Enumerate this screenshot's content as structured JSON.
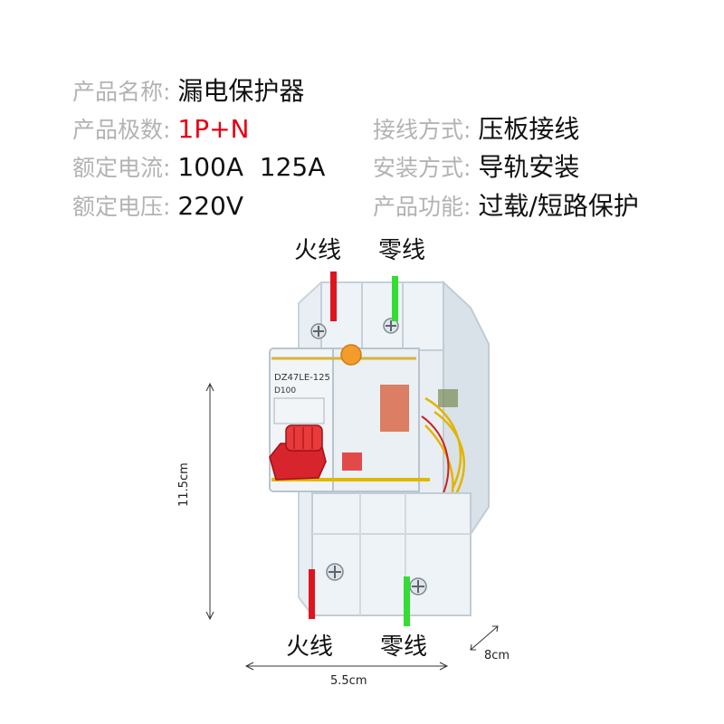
{
  "specs": [
    {
      "label": "产品名称:",
      "value": "漏电保护器"
    },
    {
      "label": "产品极数:",
      "value": "1P+N"
    },
    {
      "label": "额定电流:",
      "value": "100A  125A"
    },
    {
      "label": "额定电压:",
      "value": "220V"
    },
    {
      "label": "接线方式:",
      "value": "压板接线"
    },
    {
      "label": "安装方式:",
      "value": "导轨安装"
    },
    {
      "label": "产品功能:",
      "value": "过载/短路保护"
    }
  ],
  "wires": {
    "live_top": "火线",
    "neutral_top": "零线",
    "live_bottom": "火线",
    "neutral_bottom": "零线",
    "live_color": "#e0141e",
    "neutral_color": "#33dd33"
  },
  "dimensions": {
    "height": "11.5cm",
    "width": "5.5cm",
    "depth": "8cm"
  },
  "device": {
    "model": "DZ47LE-125",
    "rating": "D100"
  },
  "colors": {
    "accent_red": "#e60012",
    "label_gray": "#b3b3b3"
  }
}
